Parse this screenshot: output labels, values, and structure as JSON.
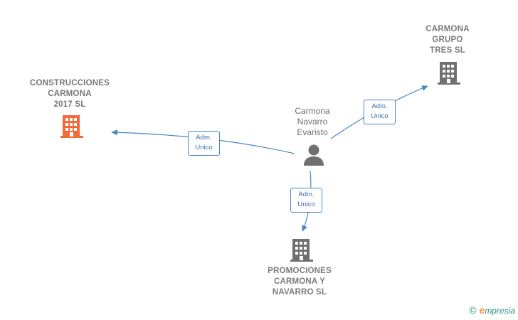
{
  "colors": {
    "edge": "#4a86c8",
    "company_primary_icon": "#f26a3a",
    "company_icon": "#707070",
    "person_icon": "#707070"
  },
  "nodes": {
    "construcciones": {
      "lines": [
        "CONSTRUCCIONES",
        "CARMONA",
        "2017  SL"
      ],
      "icon": "building-icon"
    },
    "carmona_grupo": {
      "lines": [
        "CARMONA",
        "GRUPO",
        "TRES SL"
      ],
      "icon": "building-icon"
    },
    "person": {
      "lines": [
        "Carmona",
        "Navarro",
        "Evaristo"
      ],
      "icon": "person-icon"
    },
    "promociones": {
      "lines": [
        "PROMOCIONES",
        "CARMONA Y",
        "NAVARRO SL"
      ],
      "icon": "building-icon"
    }
  },
  "edges": {
    "to_construcciones": {
      "line1": "Adm.",
      "line2": "Unico"
    },
    "to_grupo": {
      "line1": "Adm.",
      "line2": "Unico"
    },
    "to_promociones": {
      "line1": "Adm.",
      "line2": "Unico"
    }
  },
  "footer": {
    "copyright_symbol": "©",
    "brand_first": "e",
    "brand_rest": "mpresia"
  }
}
